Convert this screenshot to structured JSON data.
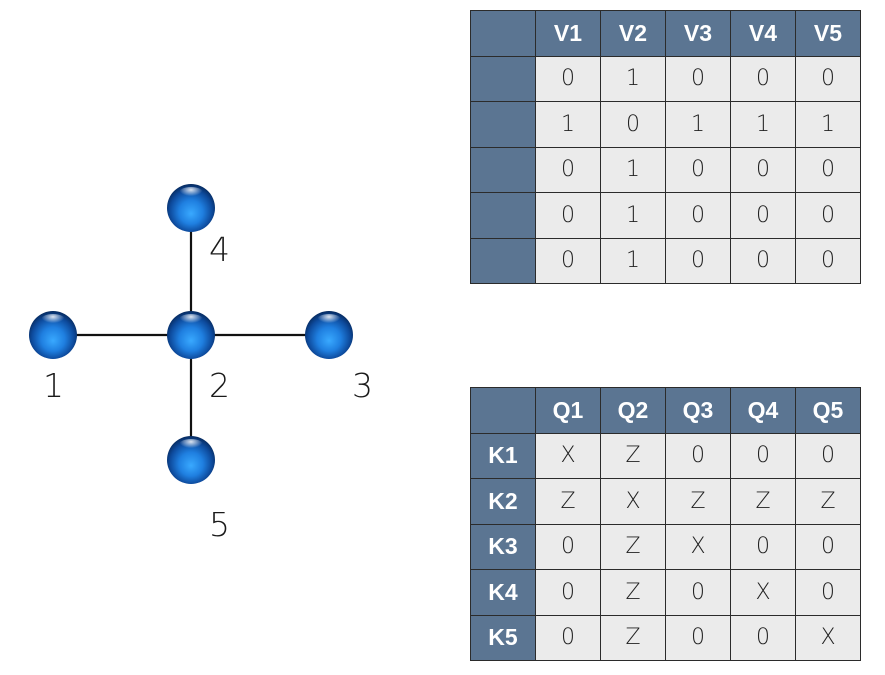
{
  "graph": {
    "node_color": "#1f7fe0",
    "edge_color": "#111111",
    "nodes": [
      {
        "id": "1",
        "label": "1"
      },
      {
        "id": "2",
        "label": "2"
      },
      {
        "id": "3",
        "label": "3"
      },
      {
        "id": "4",
        "label": "4"
      },
      {
        "id": "5",
        "label": "5"
      }
    ],
    "edges": [
      [
        "1",
        "2"
      ],
      [
        "2",
        "3"
      ],
      [
        "2",
        "4"
      ],
      [
        "2",
        "5"
      ]
    ]
  },
  "adjacency_table": {
    "header_color": "#5b7592",
    "cell_color": "#ebebeb",
    "corner": "",
    "columns": [
      "V1",
      "V2",
      "V3",
      "V4",
      "V5"
    ],
    "rows": [
      {
        "label": "",
        "cells": [
          "0",
          "1",
          "0",
          "0",
          "0"
        ]
      },
      {
        "label": "",
        "cells": [
          "1",
          "0",
          "1",
          "1",
          "1"
        ]
      },
      {
        "label": "",
        "cells": [
          "0",
          "1",
          "0",
          "0",
          "0"
        ]
      },
      {
        "label": "",
        "cells": [
          "0",
          "1",
          "0",
          "0",
          "0"
        ]
      },
      {
        "label": "",
        "cells": [
          "0",
          "1",
          "0",
          "0",
          "0"
        ]
      }
    ]
  },
  "stabilizer_table": {
    "header_color": "#5b7592",
    "cell_color": "#ebebeb",
    "corner": "",
    "columns": [
      "Q1",
      "Q2",
      "Q3",
      "Q4",
      "Q5"
    ],
    "rows": [
      {
        "label": "K1",
        "cells": [
          "X",
          "Z",
          "0",
          "0",
          "0"
        ]
      },
      {
        "label": "K2",
        "cells": [
          "Z",
          "X",
          "Z",
          "Z",
          "Z"
        ]
      },
      {
        "label": "K3",
        "cells": [
          "0",
          "Z",
          "X",
          "0",
          "0"
        ]
      },
      {
        "label": "K4",
        "cells": [
          "0",
          "Z",
          "0",
          "X",
          "0"
        ]
      },
      {
        "label": "K5",
        "cells": [
          "0",
          "Z",
          "0",
          "0",
          "X"
        ]
      }
    ]
  }
}
